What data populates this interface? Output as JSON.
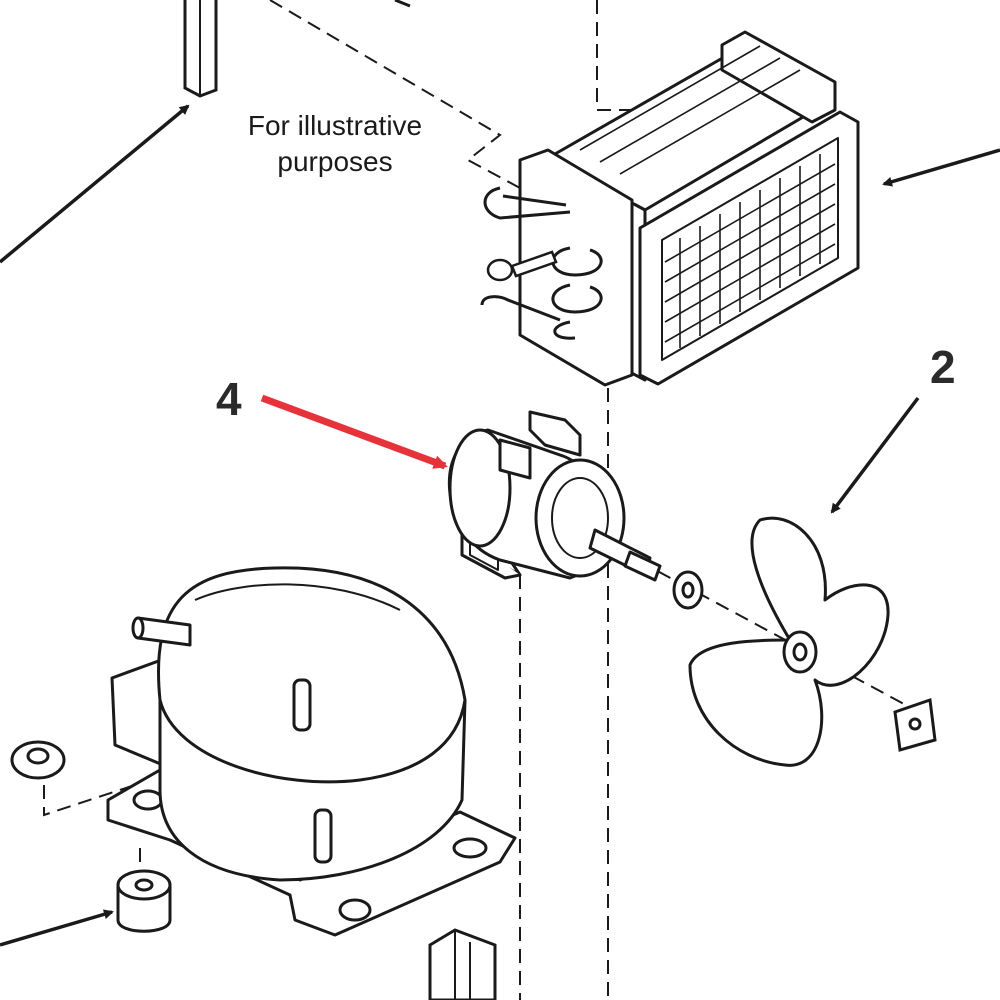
{
  "note": {
    "line1": "For illustrative",
    "line2": "purposes"
  },
  "callouts": {
    "motor": "4",
    "fan_blade": "2"
  },
  "colors": {
    "line": "#1a1a1a",
    "highlight_arrow": "#e8323a",
    "background": "#ffffff"
  }
}
